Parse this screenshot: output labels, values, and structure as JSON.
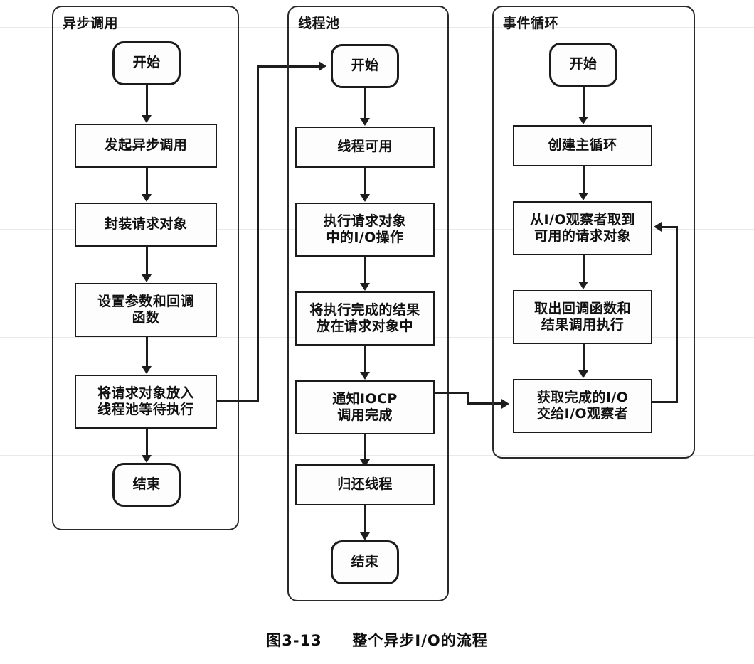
{
  "figure": {
    "caption_number": "图3-13",
    "caption_text": "整个异步I/O的流程"
  },
  "lanes": [
    {
      "id": "async-call",
      "title": "异步调用",
      "nodes": [
        {
          "id": "a-start",
          "label": "开始",
          "shape": "terminator"
        },
        {
          "id": "a-initiate",
          "label": "发起异步调用",
          "shape": "process"
        },
        {
          "id": "a-wrap",
          "label": "封装请求对象",
          "shape": "process"
        },
        {
          "id": "a-params",
          "label": "设置参数和回调\n函数",
          "shape": "process"
        },
        {
          "id": "a-enqueue",
          "label": "将请求对象放入\n线程池等待执行",
          "shape": "process"
        },
        {
          "id": "a-end",
          "label": "结束",
          "shape": "terminator"
        }
      ]
    },
    {
      "id": "thread-pool",
      "title": "线程池",
      "nodes": [
        {
          "id": "t-start",
          "label": "开始",
          "shape": "terminator"
        },
        {
          "id": "t-avail",
          "label": "线程可用",
          "shape": "process"
        },
        {
          "id": "t-exec",
          "label": "执行请求对象\n中的I/O操作",
          "shape": "process"
        },
        {
          "id": "t-store",
          "label": "将执行完成的结果\n放在请求对象中",
          "shape": "process"
        },
        {
          "id": "t-notify",
          "label": "通知IOCP\n调用完成",
          "shape": "process"
        },
        {
          "id": "t-return",
          "label": "归还线程",
          "shape": "process"
        },
        {
          "id": "t-end",
          "label": "结束",
          "shape": "terminator"
        }
      ]
    },
    {
      "id": "event-loop",
      "title": "事件循环",
      "nodes": [
        {
          "id": "e-start",
          "label": "开始",
          "shape": "terminator"
        },
        {
          "id": "e-mainloop",
          "label": "创建主循环",
          "shape": "process"
        },
        {
          "id": "e-fetch",
          "label": "从I/O观察者取到\n可用的请求对象",
          "shape": "process"
        },
        {
          "id": "e-callback",
          "label": "取出回调函数和\n结果调用执行",
          "shape": "process"
        },
        {
          "id": "e-observer",
          "label": "获取完成的I/O\n交给I/O观察者",
          "shape": "process"
        }
      ]
    }
  ],
  "connections": [
    {
      "id": "c-a-enqueue-to-t-start",
      "from": "a-enqueue",
      "to": "t-start",
      "kind": "cross-lane"
    },
    {
      "id": "c-t-notify-to-e-observer",
      "from": "t-notify",
      "to": "e-observer",
      "kind": "cross-lane"
    },
    {
      "id": "c-e-observer-to-e-fetch",
      "from": "e-observer",
      "to": "e-fetch",
      "kind": "feedback-loop"
    }
  ],
  "colors": {
    "stroke": "#1d1d1d",
    "lane_stroke": "#2a2a2a",
    "text": "#101010",
    "background": "#ffffff"
  }
}
